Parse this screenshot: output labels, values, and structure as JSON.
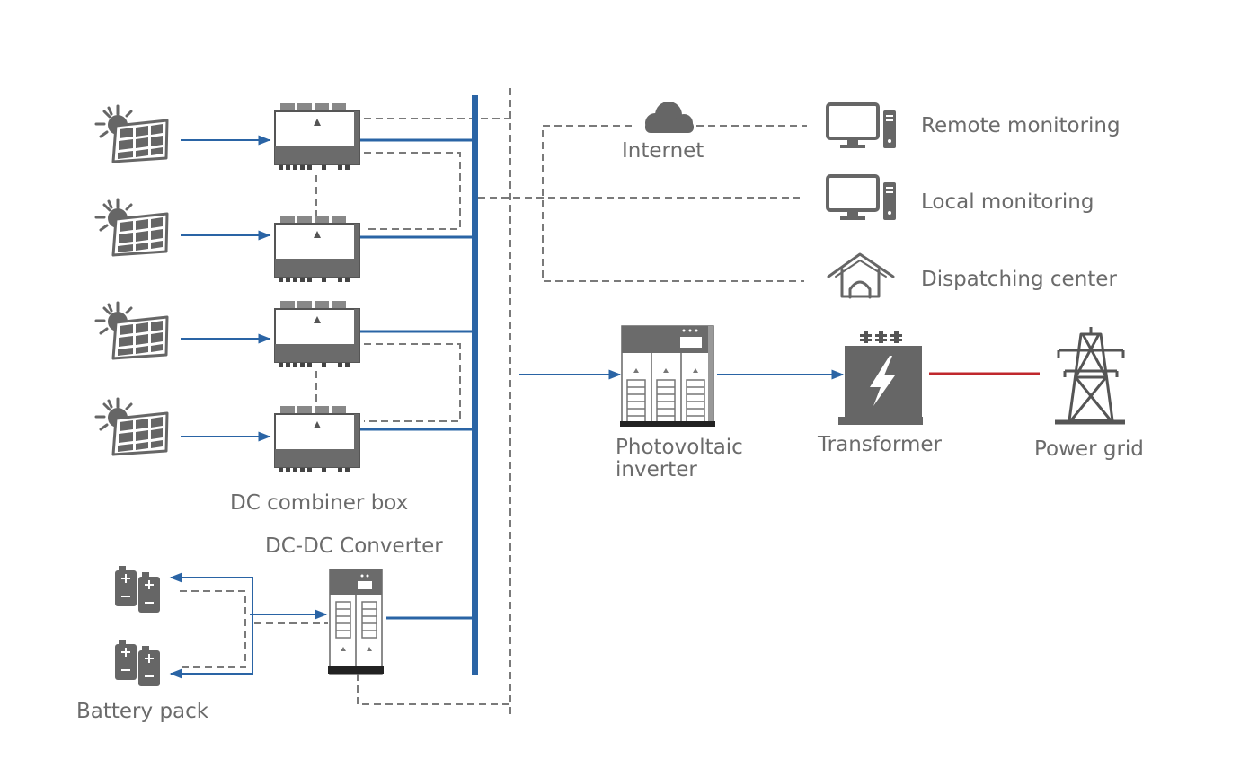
{
  "labels": {
    "internet": "Internet",
    "remote_monitoring": "Remote monitoring",
    "local_monitoring": "Local monitoring",
    "dispatching_center": "Dispatching center",
    "dc_combiner_box": "DC combiner box",
    "dc_dc_converter": "DC-DC Converter",
    "battery_pack": "Battery pack",
    "photovoltaic_inverter": "Photovoltaic inverter",
    "transformer": "Transformer",
    "power_grid": "Power grid"
  },
  "colors": {
    "dc_bus": "#2a64a5",
    "ac_grid_line": "#c0282d",
    "communication_line": "#7a7a7a",
    "icon_gray": "#666666",
    "label_text": "#6b6b6b"
  },
  "icons": {
    "solar": "solar-panel-icon",
    "combiner": "combiner-box-icon",
    "battery": "battery-icon",
    "converter": "dc-dc-converter-icon",
    "inverter": "inverter-cabinet-icon",
    "transformer": "transformer-icon",
    "pylon": "power-pylon-icon",
    "cloud": "cloud-icon",
    "computer": "computer-icon",
    "house": "house-icon"
  }
}
